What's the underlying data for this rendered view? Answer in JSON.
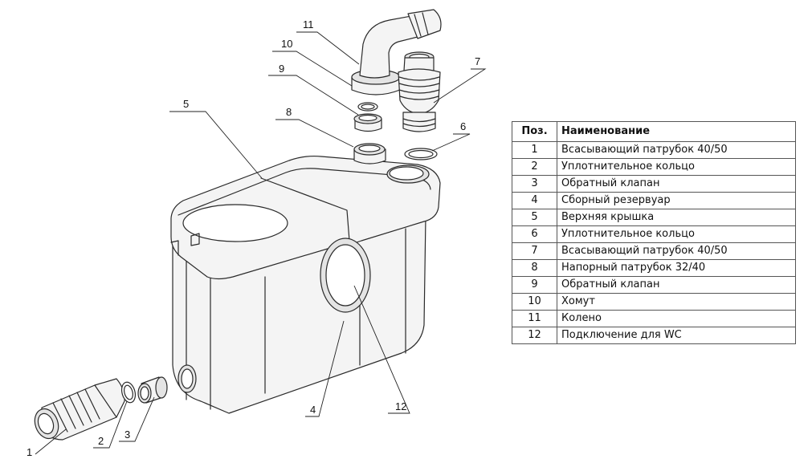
{
  "callouts": [
    "1",
    "2",
    "3",
    "4",
    "5",
    "6",
    "7",
    "8",
    "9",
    "10",
    "11",
    "12"
  ],
  "legend": {
    "header_pos": "Поз.",
    "header_name": "Наименование",
    "rows": [
      {
        "pos": "1",
        "name": "Всасывающий патрубок 40/50"
      },
      {
        "pos": "2",
        "name": "Уплотнительное кольцо"
      },
      {
        "pos": "3",
        "name": "Обратный клапан"
      },
      {
        "pos": "4",
        "name": "Сборный резервуар"
      },
      {
        "pos": "5",
        "name": "Верхняя крышка"
      },
      {
        "pos": "6",
        "name": "Уплотнительное кольцо"
      },
      {
        "pos": "7",
        "name": "Всасывающий патрубок 40/50"
      },
      {
        "pos": "8",
        "name": "Напорный патрубок 32/40"
      },
      {
        "pos": "9",
        "name": "Обратный клапан"
      },
      {
        "pos": "10",
        "name": "Хомут"
      },
      {
        "pos": "11",
        "name": "Колено"
      },
      {
        "pos": "12",
        "name": "Подключение для WC"
      }
    ]
  }
}
